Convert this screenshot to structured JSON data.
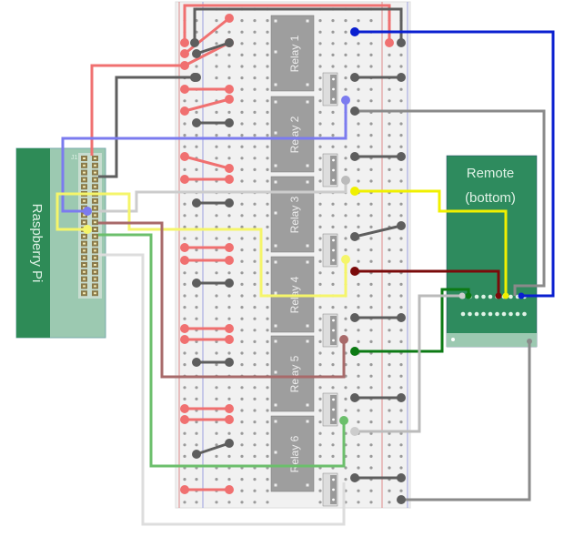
{
  "diagram": {
    "raspberry_pi": {
      "label": "Raspberry Pi",
      "header_label": "J1"
    },
    "remote": {
      "label_line1": "Remote",
      "label_line2": "(bottom)"
    },
    "relays": [
      {
        "label": "Relay 1"
      },
      {
        "label": "Relay 2"
      },
      {
        "label": "Relay 3"
      },
      {
        "label": "Relay 4"
      },
      {
        "label": "Relay 5"
      },
      {
        "label": "Relay 6"
      }
    ],
    "colors": {
      "pi_dark": "#2e8b57",
      "pi_light": "#9cc9b1",
      "remote_green": "#2e8b5e",
      "relay_gray": "#9e9e9e",
      "wire_red": "#f07070",
      "wire_dark_gray": "#5e5e5e",
      "wire_gray": "#8a8a8a",
      "wire_light_gray": "#cccccc",
      "wire_blue": "#0a1fd0",
      "wire_lavender": "#7b7bef",
      "wire_yellow": "#f5f56a",
      "wire_yellow_bright": "#f0f000",
      "wire_maroon": "#7a0a0a",
      "wire_rose": "#a86a6a",
      "wire_green": "#0c7a14",
      "wire_light_green": "#6cbf6c"
    }
  }
}
